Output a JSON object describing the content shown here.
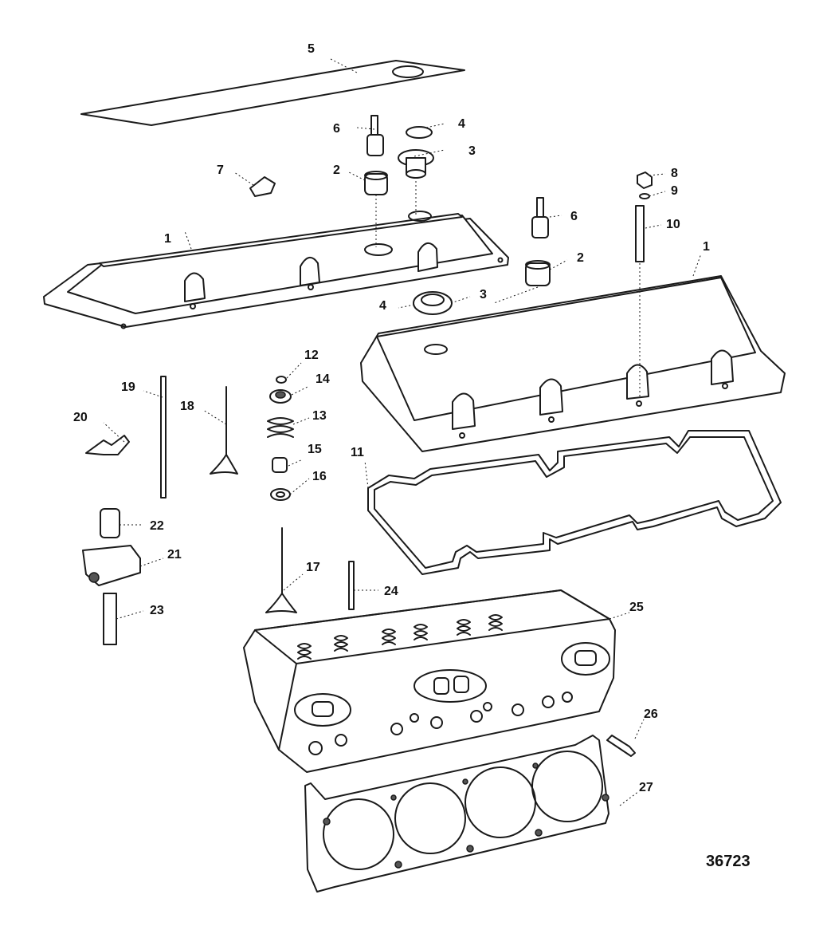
{
  "figure_number": "36723",
  "callouts": {
    "c1a": "1",
    "c1b": "1",
    "c2a": "2",
    "c2b": "2",
    "c3a": "3",
    "c3b": "3",
    "c4a": "4",
    "c4b": "4",
    "c5": "5",
    "c6a": "6",
    "c6b": "6",
    "c7": "7",
    "c8": "8",
    "c9": "9",
    "c10": "10",
    "c11": "11",
    "c12": "12",
    "c13": "13",
    "c14": "14",
    "c15": "15",
    "c16": "16",
    "c17": "17",
    "c18": "18",
    "c19": "19",
    "c20": "20",
    "c21": "21",
    "c22": "22",
    "c23": "23",
    "c24": "24",
    "c25": "25",
    "c26": "26",
    "c27": "27"
  }
}
